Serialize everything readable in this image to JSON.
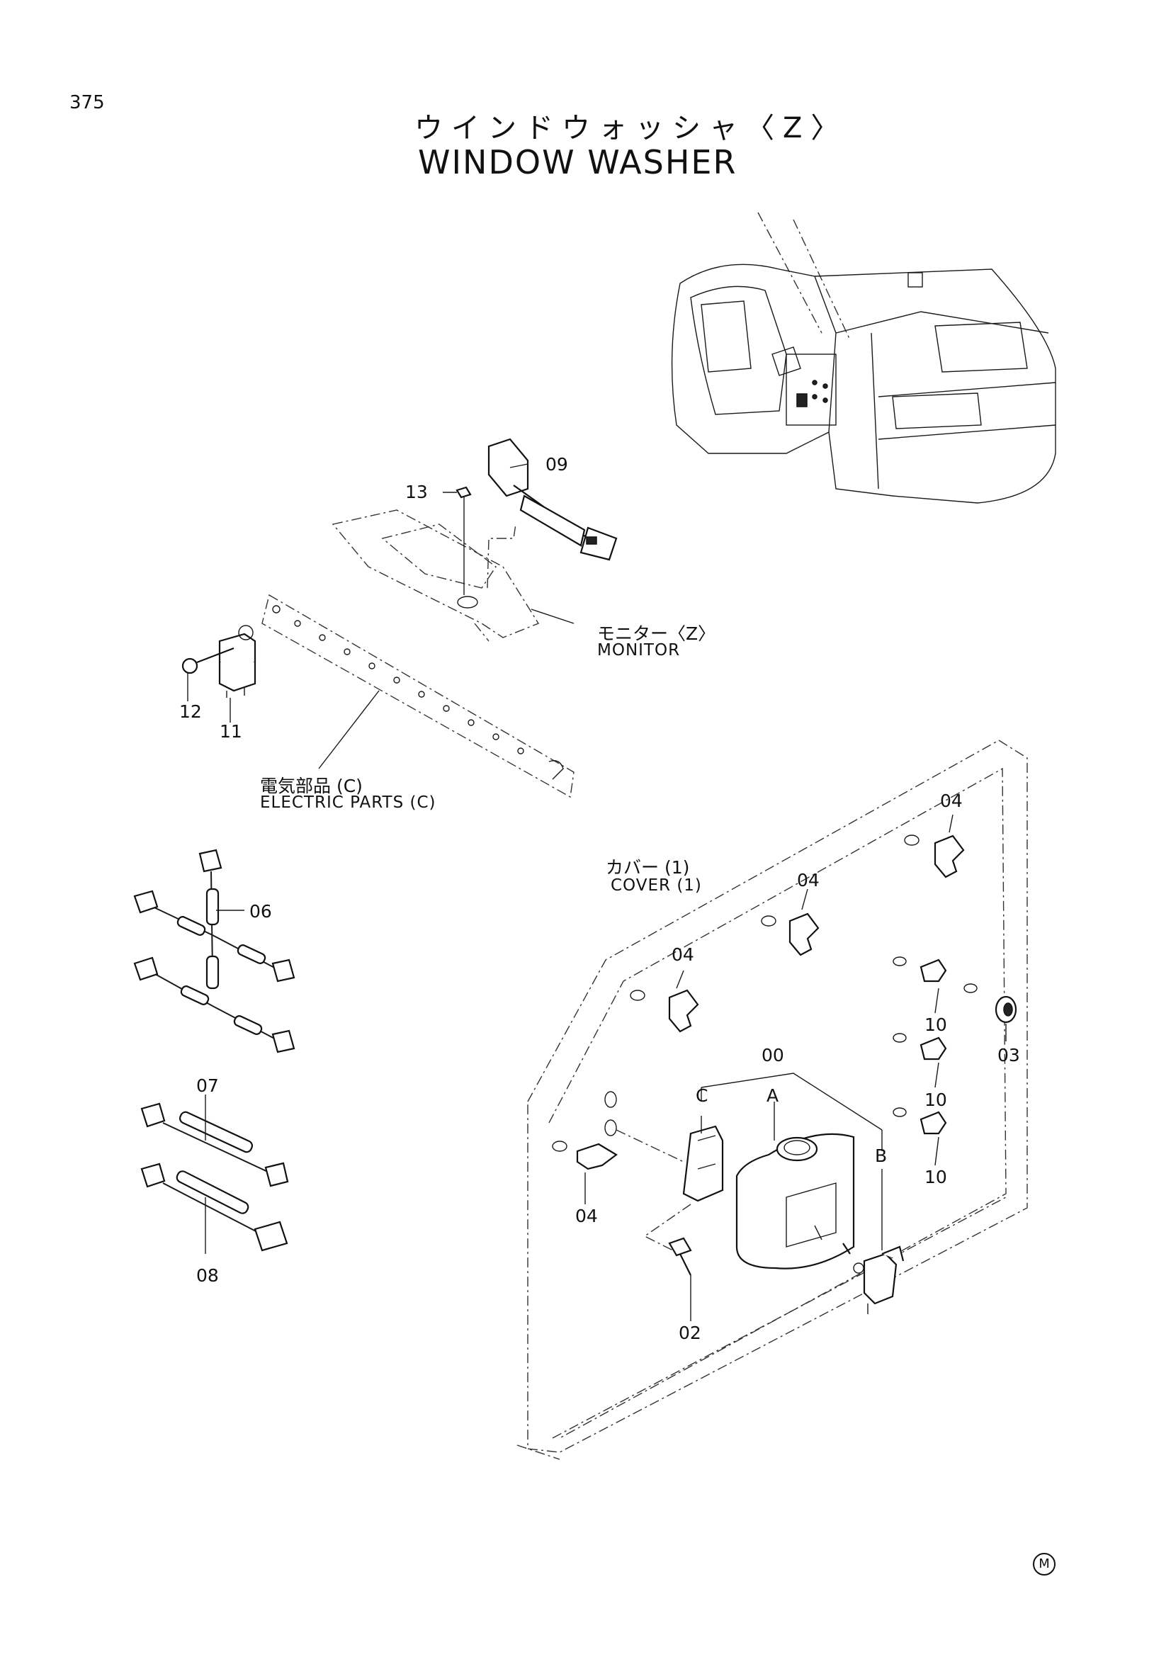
{
  "page": {
    "number": "375",
    "title_jp": "ウインドウォッシャ〈Z〉",
    "title_en": "WINDOW  WASHER",
    "footer_mark": "M"
  },
  "references": {
    "monitor_jp": "モニター〈Z〉",
    "monitor_en": "MONITOR",
    "electric_jp": "電気部品 (C)",
    "electric_en": "ELECTRIC  PARTS  (C)",
    "cover_jp": "カバー (1)",
    "cover_en": "COVER  (1)"
  },
  "callouts": {
    "p00": "00",
    "p02": "02",
    "p03": "03",
    "p04a": "04",
    "p04b": "04",
    "p04c": "04",
    "p04d": "04",
    "p06": "06",
    "p07": "07",
    "p08": "08",
    "p09": "09",
    "p10a": "10",
    "p10b": "10",
    "p10c": "10",
    "p11": "11",
    "p12": "12",
    "p13": "13",
    "subA": "A",
    "subB": "B",
    "subC": "C"
  }
}
